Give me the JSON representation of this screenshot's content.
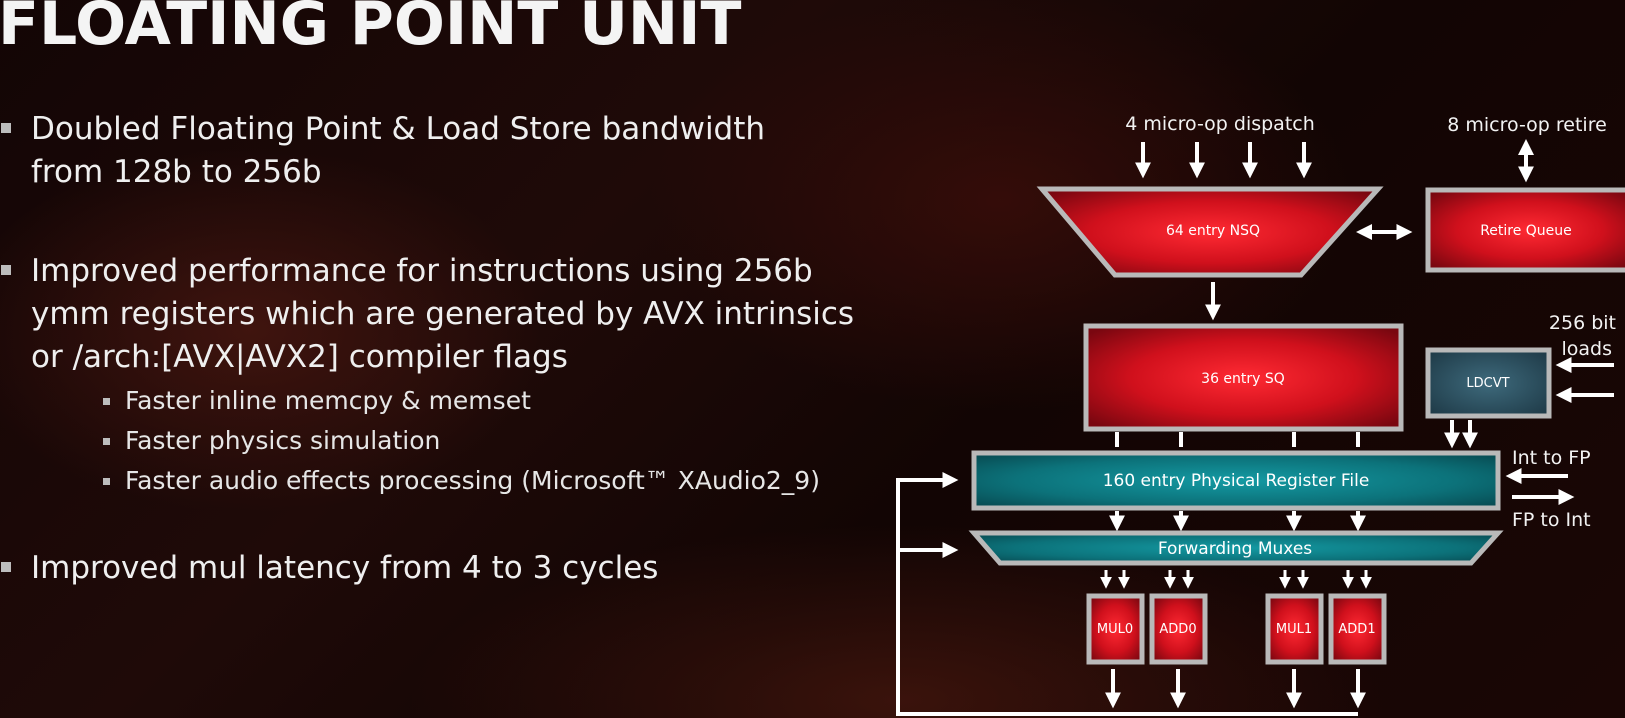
{
  "title": "FLOATING POINT UNIT",
  "bullets": {
    "b1_line1": "Doubled Floating Point & Load Store bandwidth",
    "b1_line2": "from 128b to 256b",
    "b2_line1": "Improved performance for instructions using 256b",
    "b2_line2": "ymm registers which are generated by AVX intrinsics",
    "b2_line3": "or /arch:[AVX|AVX2] compiler flags",
    "b2_sub1": "Faster inline memcpy & memset",
    "b2_sub2": "Faster physics simulation",
    "b2_sub3": "Faster audio effects processing (Microsoft™ XAudio2_9)",
    "b3_line1": "Improved mul latency from 4 to 3 cycles"
  },
  "diagram": {
    "dispatch_label": "4 micro-op dispatch",
    "retire_label": "8 micro-op retire",
    "nsq": "64 entry NSQ",
    "retire_queue": "Retire Queue",
    "sq": "36 entry SQ",
    "loads_line1": "256 bit",
    "loads_line2": "loads",
    "ldcvt": "LDCVT",
    "int_to_fp": "Int to FP",
    "prf": "160 entry Physical Register File",
    "fp_to_int": "FP to Int",
    "forwarding": "Forwarding Muxes",
    "mul0": "MUL0",
    "add0": "ADD0",
    "mul1": "MUL1",
    "add1": "ADD1"
  },
  "colors": {
    "red_unit": "#c8101e",
    "teal_unit": "#0d6b72",
    "slate_unit": "#2c4e5e",
    "frame": "#b9b9b9"
  }
}
